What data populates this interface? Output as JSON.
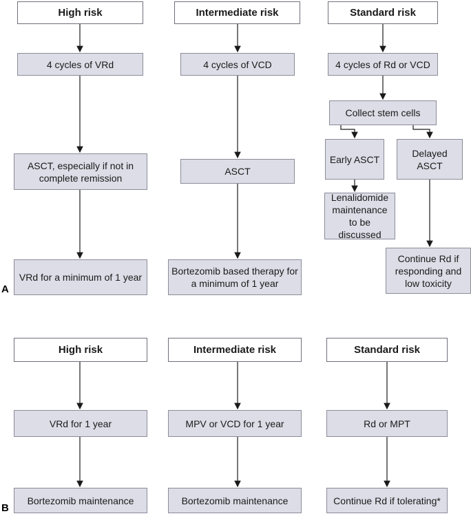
{
  "panel_a": {
    "label": "A",
    "headers": [
      "High risk",
      "Intermediate risk",
      "Standard risk"
    ],
    "high": {
      "step1": "4 cycles of VRd",
      "step2": "ASCT, especially if not in complete remission",
      "step3": "VRd for a minimum of 1 year"
    },
    "intermediate": {
      "step1": "4 cycles of VCD",
      "step2": "ASCT",
      "step3": "Bortezomib based therapy for a minimum of 1 year"
    },
    "standard": {
      "step1": "4 cycles of Rd or VCD",
      "step2": "Collect stem cells",
      "early": "Early ASCT",
      "delayed": "Delayed ASCT",
      "early_next": "Lenalidomide maintenance to be discussed",
      "delayed_next": "Continue Rd if responding and low toxicity"
    }
  },
  "panel_b": {
    "label": "B",
    "headers": [
      "High risk",
      "Intermediate risk",
      "Standard risk"
    ],
    "high": {
      "step1": "VRd for 1 year",
      "step2": "Bortezomib maintenance"
    },
    "intermediate": {
      "step1": "MPV or VCD for 1 year",
      "step2": "Bortezomib maintenance"
    },
    "standard": {
      "step1": "Rd or MPT",
      "step2": "Continue Rd if tolerating*"
    }
  }
}
